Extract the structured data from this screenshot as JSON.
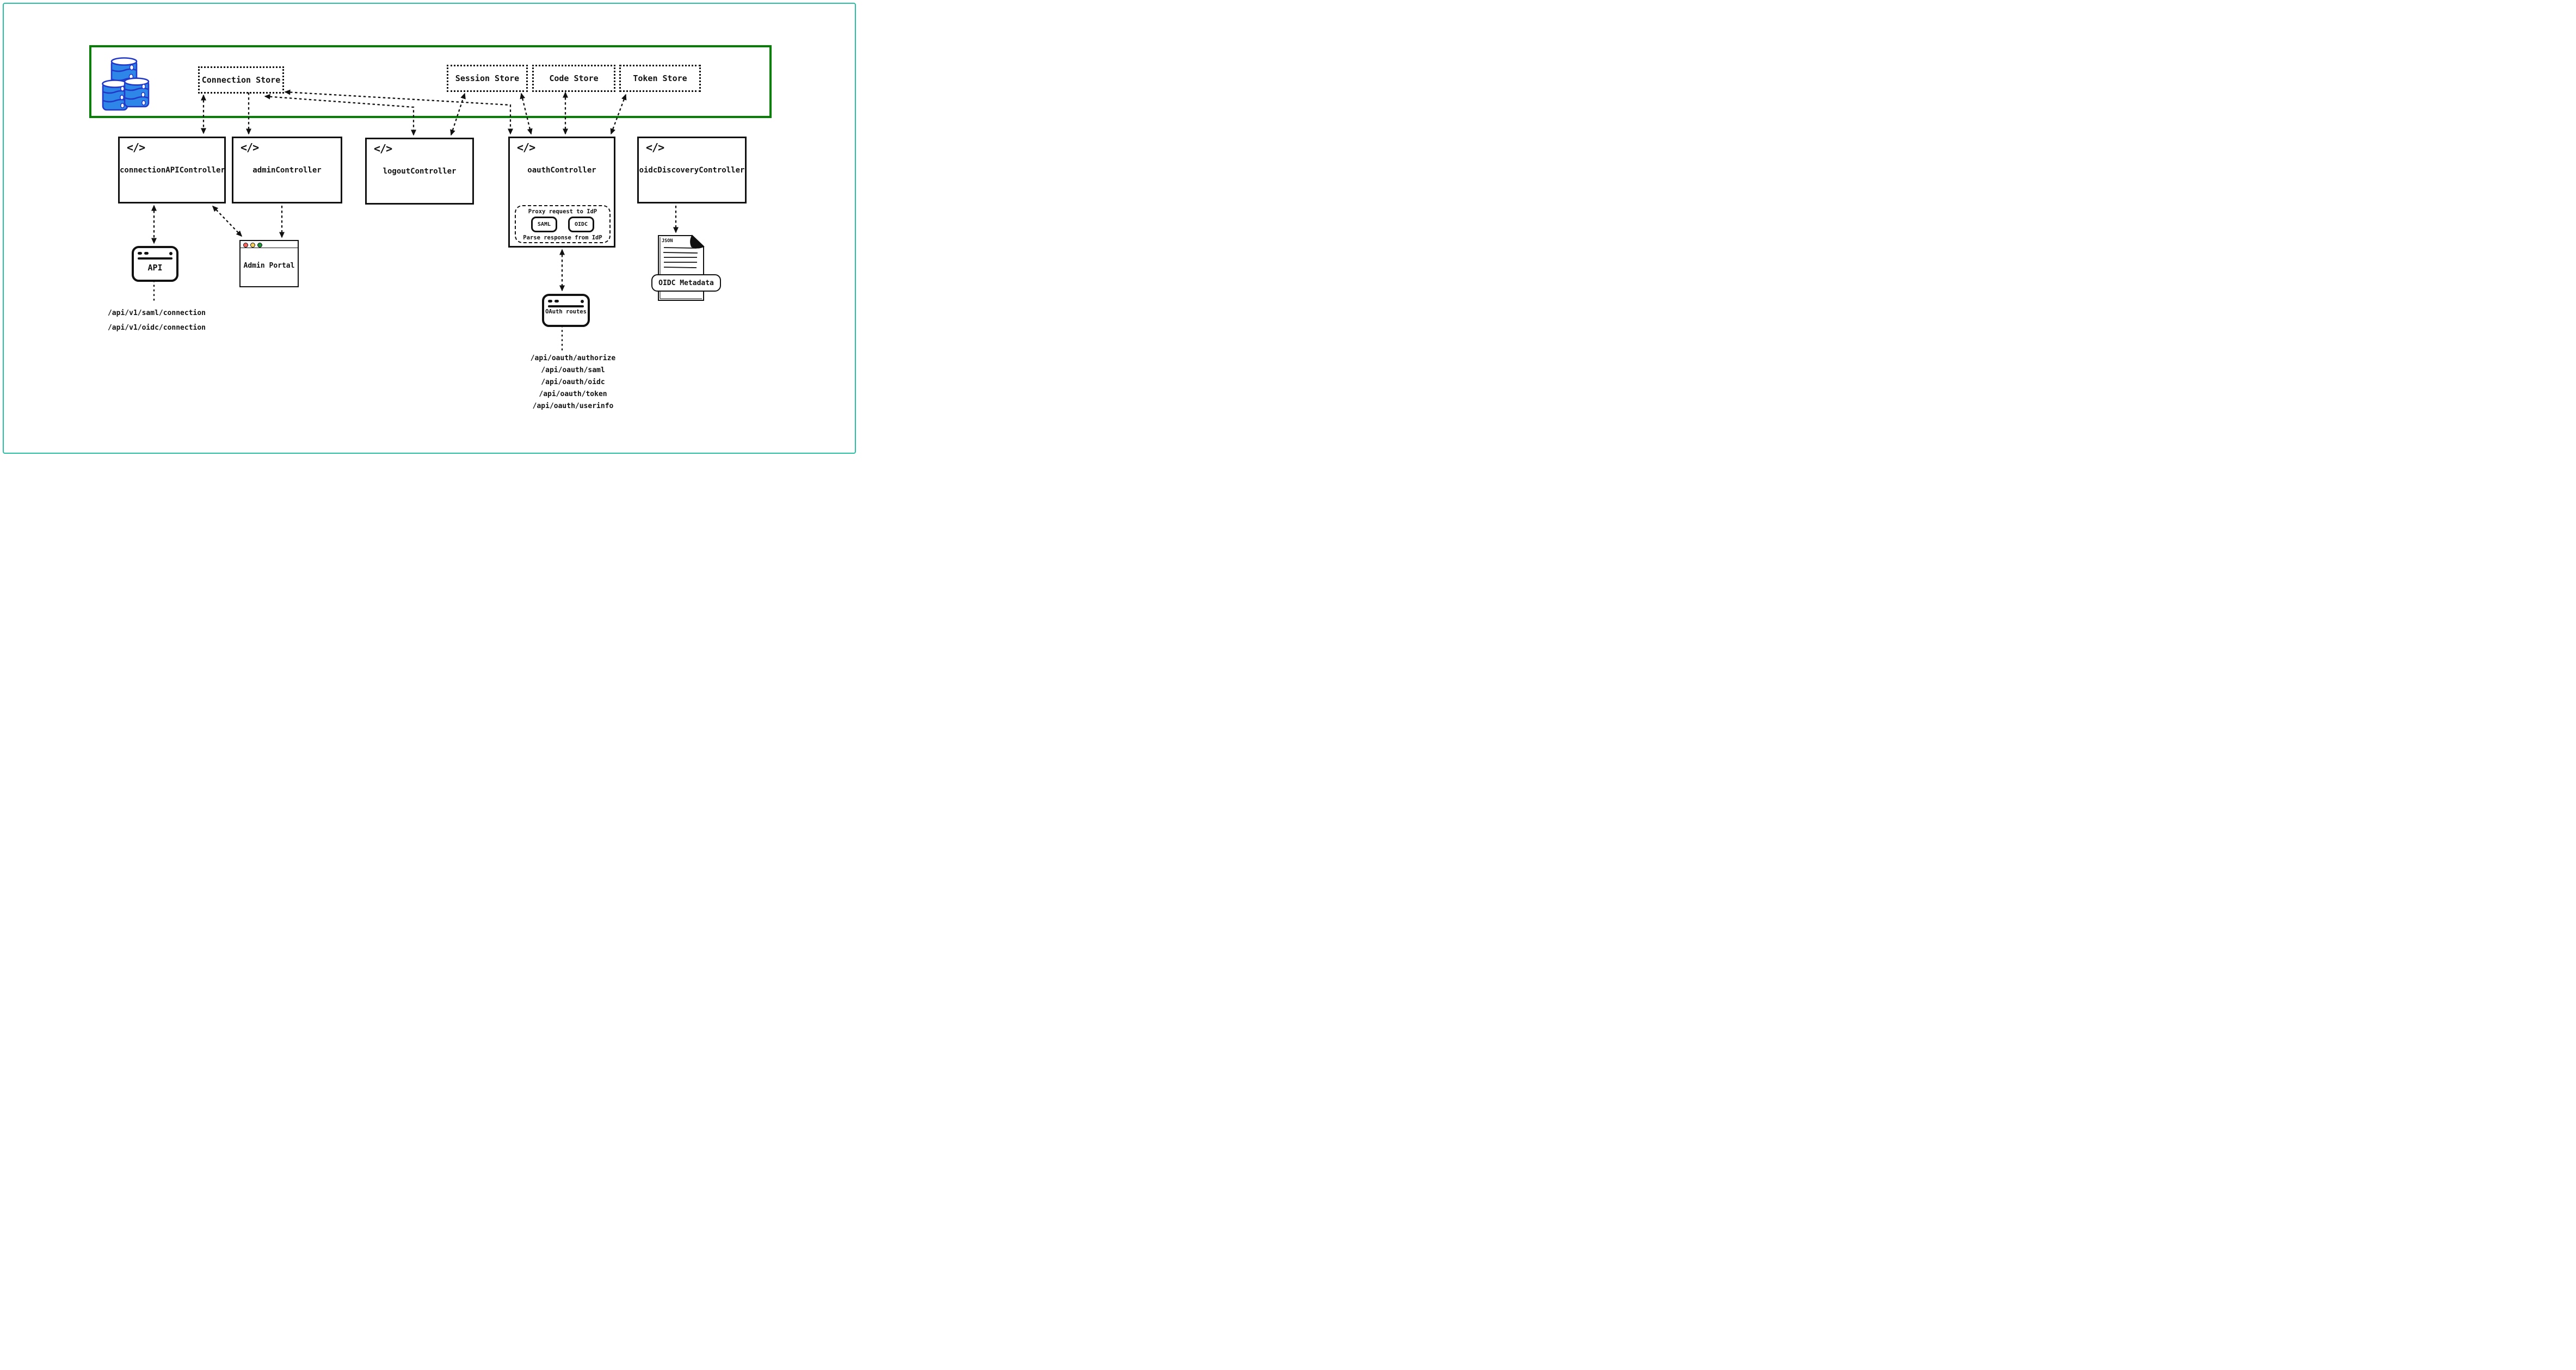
{
  "colors": {
    "page_border_teal": "#2abfa3",
    "store_layer_green": "#067e06",
    "database_blue_fill": "#2e86e8",
    "database_blue_stroke": "#2239c8",
    "ink": "#111111",
    "portal_dot_red": "#f4625c",
    "portal_dot_yellow": "#f5d05a",
    "portal_dot_green": "#1f9638"
  },
  "icons": {
    "code_glyph": "</>",
    "database": "database-icon",
    "json_document": "json-document-icon"
  },
  "stores": {
    "connection": "Connection Store",
    "session": "Session Store",
    "code": "Code Store",
    "token": "Token Store"
  },
  "controllers": {
    "connection_api": "connectionAPIController",
    "admin": "adminController",
    "logout": "logoutController",
    "oauth": "oauthController",
    "oidc_discovery": "oidcDiscoveryController"
  },
  "oauth_internals": {
    "proxy": "Proxy request to IdP",
    "saml": "SAML",
    "oidc": "OIDC",
    "parse": "Parse response from IdP"
  },
  "clients": {
    "api": "API",
    "admin_portal": "Admin Portal",
    "oauth_routes": "OAuth routes",
    "json_tag": "JSON",
    "oidc_metadata": "OIDC Metadata"
  },
  "endpoints": {
    "api": [
      "/api/v1/saml/connection",
      "/api/v1/oidc/connection"
    ],
    "oauth": [
      "/api/oauth/authorize",
      "/api/oauth/saml",
      "/api/oauth/oidc",
      "/api/oauth/token",
      "/api/oauth/userinfo"
    ]
  }
}
